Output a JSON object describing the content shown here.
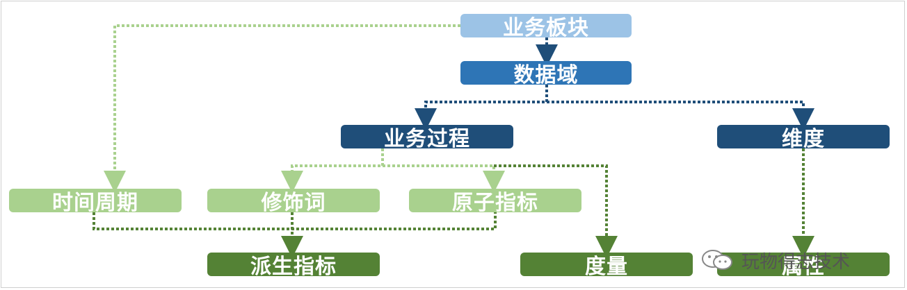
{
  "diagram": {
    "nodes": {
      "business_sector": "业务板块",
      "data_domain": "数据域",
      "business_process": "业务过程",
      "dimension": "维度",
      "time_period": "时间周期",
      "modifier": "修饰词",
      "atomic_metric": "原子指标",
      "derived_metric": "派生指标",
      "measure": "度量",
      "attribute": "属性"
    },
    "colors": {
      "light_blue": "#9cc3e6",
      "mid_blue": "#2e75b6",
      "dark_blue": "#1f4e79",
      "light_green": "#a9d18e",
      "dark_green": "#548235"
    }
  },
  "watermark": {
    "icon": "wechat-icon",
    "text": "玩物得志技术"
  }
}
